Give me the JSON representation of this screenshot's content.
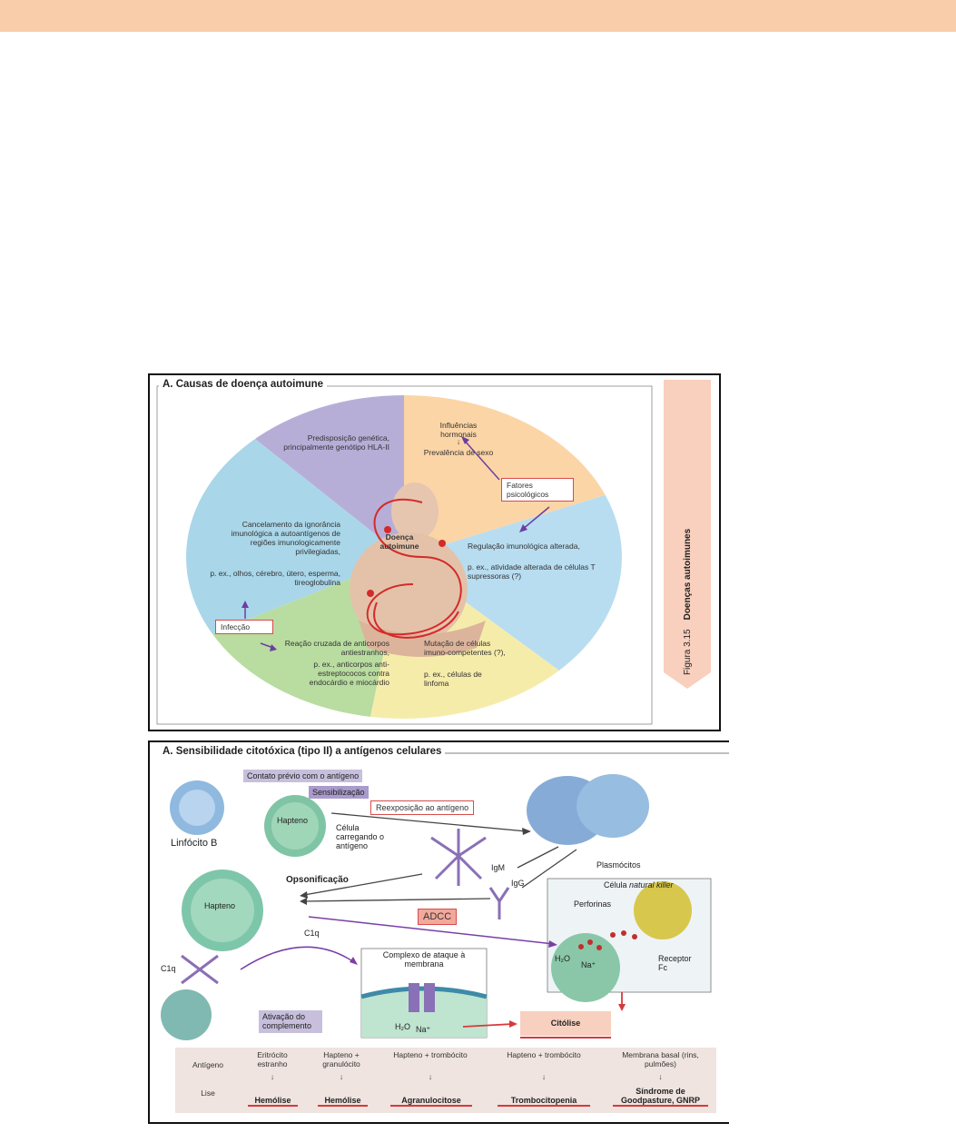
{
  "header": {
    "color": "#f9ccaa"
  },
  "panel1": {
    "title": "A. Causas de doença autoimune",
    "sectors": {
      "genetic": "Predisposição genética, principalmente genótipo HLA-II",
      "hormonal_top": "Influências hormonais",
      "hormonal_arrow": "↓",
      "hormonal_bottom": "Prevalência de sexo",
      "regulation_title": "Regulação imunológica alterada,",
      "regulation_detail": "p. ex., atividade alterada de células T supressoras (?)",
      "mutation_title": "Mutação de células imuno-competentes (?),",
      "mutation_detail": "p. ex., células de linfoma",
      "crossreaction_title": "Reação cruzada de anticorpos antiestranhos,",
      "crossreaction_detail": "p. ex., anticorpos anti-estreptococos contra endocárdio e miocárdio",
      "ignorance_title": "Cancelamento da ignorância imunológica a autoantígenos de regiões imunologicamente privilegiadas,",
      "ignorance_detail": "p. ex., olhos, cérebro, útero, esperma, tireoglobulina"
    },
    "boxes": {
      "psych": "Fatores psicológicos",
      "infection": "Infecção"
    },
    "center": "Doença autoimune",
    "side_figure": "Figura 3.15",
    "side_title": "Doenças autoimunes"
  },
  "panel2": {
    "title": "A. Sensibilidade citotóxica (tipo II) a antígenos celulares",
    "labels": {
      "prior_contact": "Contato prévio com o antígeno",
      "sensitization": "Sensibilização",
      "reexposure": "Reexposição ao antígeno",
      "b_lymphocyte": "Linfócito B",
      "hapten": "Hapteno",
      "hapten2": "Hapteno",
      "antigen_cell": "Célula carregando o antígeno",
      "plasma_cells": "Plasmócitos",
      "igm": "IgM",
      "igg": "IgG",
      "opsonization": "Opsonificação",
      "adcc": "ADCC",
      "nk_cell_prefix": "Célula ",
      "nk_cell_italic": "natural killer",
      "perforins": "Perforinas",
      "c1q_a": "C1q",
      "c1q_b": "C1q",
      "mac": "Complexo de ataque à membrana",
      "complement": "Ativação do complemento",
      "h2o": "H₂O",
      "na": "Na⁺",
      "h2o_b": "H₂O",
      "na_b": "Na⁺",
      "receptor": "Receptor Fc",
      "cytolysis": "Citólise"
    },
    "table": {
      "row_antigen": "Antígeno",
      "row_lysis": "Lise",
      "columns": [
        {
          "antigen": "Eritrócito estranho",
          "result": "Hemólise"
        },
        {
          "antigen": "Hapteno + granulócito",
          "result": "Hemólise"
        },
        {
          "antigen": "Hapteno + trombócito",
          "result": "Agranulocitose"
        },
        {
          "antigen": "Hapteno + trombócito",
          "result": "Trombocitopenia"
        },
        {
          "antigen": "Membrana basal (rins, pulmões)",
          "result": "Síndrome de Goodpasture, GNRP"
        }
      ],
      "arrow": "↓"
    }
  }
}
